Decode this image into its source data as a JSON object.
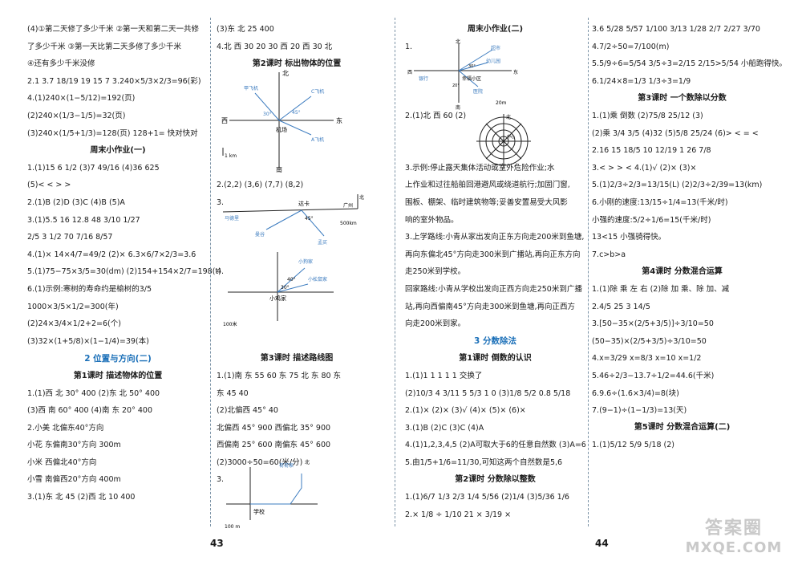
{
  "page_left": "43",
  "page_right": "44",
  "col1": [
    "(4)①第二天修了多少千米 ②第一天和第二天一共修",
    "了多少千米 ③第一天比第二天多修了多少千米",
    "④还有多少千米没修",
    "2.1 3.7 18/19 19 15 7 3.240×5/3×2/3=96(彩)",
    "4.(1)240×(1−5/12)=192(页)",
    "(2)240×(1/3−1/5)=32(页)",
    "(3)240×(1/5+1/3)=128(页) 128+1= 快对快对",
    "周末小作业(一)",
    "1.(1)15 6 1/2 (3)7 49/16 (4)36 625",
    "(5)< < > >",
    "2.(1)B (2)D (3)C (4)B (5)A",
    "3.(1)5.5 16 12.8 48 3/10 1/27",
    "2/5 3 1/2 70 7/16 8/57",
    "4.(1)× 14×4/7=49/2 (2)× 6.3×6/7×2/3=3.6",
    "5.(1)75−75×3/5=30(dm) (2)154+154×2/7=198(t)",
    "6.(1)示例:寒树的寿命约是榆树的3/5",
    "1000×3/5×1/2=300(年)",
    "(2)24×3/4×1/2+2=6(个)",
    "(3)32×(1+5/8)×(1−1/4)=39(本)",
    "2 位置与方向(二)",
    "第1课时 描述物体的位置",
    "1.(1)西 北 30° 400 (2)东 北 50° 400",
    "(3)西 南 60° 400 (4)南 东 20° 400",
    "2.小美 北偏东40°方向",
    "小花 东偏南30°方向 300m",
    "小米 西偏北40°方向",
    "小雪 南偏西20°方向 400m",
    "3.(1)东 北 45 (2)西 北 10 400"
  ],
  "col2": [
    "(3)东 北 25 400",
    "4.北 西 30 20 30 西 20 西 30 北",
    "第2课时 标出物体的位置",
    "",
    "",
    "",
    "",
    "",
    "",
    "2.(2,2) (3,6) (7,7) (8,2)",
    "3.",
    "",
    "",
    "",
    "4.",
    "",
    "",
    "",
    "",
    "第3课时 描述路线图",
    "1.(1)南 东 55 60 东 75 北 东 80 东",
    "东 45 40",
    "(2)北偏西 45° 40",
    "北偏西 45° 900 西偏北 35° 900",
    "西偏南 25° 600 南偏东 45° 600",
    "(2)3000÷50=60(米/分)",
    "3."
  ],
  "col3": [
    "周末小作业(二)",
    "1.",
    "",
    "",
    "",
    "2.(1)北 西 60 (2)",
    "",
    "",
    "3.示例:停止露天集体活动或室外危险作业;水",
    "上作业和过往船舶回港避风或绕道航行;加固门窗,",
    "围板、棚架、临时建筑物等;妥善安置易受大风影",
    "响的室外物品。",
    "3.上学路线:小青从家出发向正东方向走200米到鱼塘,",
    "再向东偏北45°方向走300米到广播站,再向正东方向",
    "走250米到学校。",
    "回家路线:小青从学校出发向正西方向走250米到广播",
    "站,再向西偏南45°方向走300米到鱼塘,再向正西方",
    "向走200米到家。",
    "3 分数除法",
    "第1课时 倒数的认识",
    "1.(1)1 1 1 1 1 交换了",
    "(2)10/3 4 3/11 5 5/3 1 0 (3)1/8 5/2 0.8 5/18",
    "2.(1)× (2)× (3)√ (4)× (5)× (6)×",
    "3.(1)B (2)C (3)C (4)A",
    "4.(1)1,2,3,4,5 (2)A可取大于6的任意自然数 (3)A=6",
    "5.由1/5+1/6=11/30,可知这两个自然数是5,6",
    "第2课时 分数除以整数",
    "1.(1)6/7 1/3 2/3 1/4 5/56 (2)1/4 (3)5/36 1/6",
    "2.× 1/8 ÷ 1/10 21 × 3/19 ×"
  ],
  "col4": [
    "3.6 5/28 5/57 1/100 3/13 1/28 2/7 2/27 3/70",
    "4.7/2÷50=7/100(m)",
    "5.5/9÷6=5/54 3/5÷3=2/15 2/15>5/54 小船跑得快。",
    "6.1/24×8=1/3 1/3÷3=1/9",
    "第3课时 一个数除以分数",
    "1.(1)乘 倒数 (2)75/8 25/12 (3)",
    "(2)乘 3/4 3/5 (4)32 (5)5/8 25/24 (6)> < = <",
    "2.16 15 18/5 10 12/19 1 26 7/8",
    "3.< > > < 4.(1)√ (2)× (3)×",
    "5.(1)2/3÷2/3=13/15(L) (2)2/3÷2/39=13(km)",
    "6.小刚的速度:13/15÷1/4=13(千米/时)",
    "小强的速度:5/2÷1/6=15(千米/时)",
    "13<15 小强骑得快。",
    "7.c>b>a",
    "第4课时 分数混合运算",
    "1.(1)除 乘 左 右 (2)除 加 乘、除 加、减",
    "2.4/5 25 3 14/5",
    "3.[50−35×(2/5+3/5)]÷3/10=50",
    "(50−35)×(2/5+3/5)÷3/10=50",
    "4.x=3/29 x=8/3 x=10 x=1/2",
    "5.46÷2/3−13.7÷1/2=44.6(千米)",
    "6.9.6÷(1.6×3/4)=8(块)",
    "7.(9−1)÷(1−1/3)=13(天)",
    "第5课时 分数混合运算(二)",
    "1.(1)5/12 5/9 5/18 (2)"
  ],
  "fig": {
    "north": "北",
    "south": "南",
    "east": "东",
    "west": "西",
    "c2a_plane1": "甲飞机",
    "c2a_plane2": "C飞机",
    "c2a_plane3": "A飞机",
    "c2a_center": "机场",
    "c2a_angle1": "30°",
    "c2a_angle2": "45°",
    "c2a_scale": "1 km",
    "c2b_checkpoint": "达卡",
    "c2b_city1": "广州",
    "c2b_city2": "马德里",
    "c2b_city3": "孟买",
    "c2b_city4": "曼谷",
    "c2b_angle": "45°",
    "c2b_scale": "500km",
    "c2c_home": "小鸡家",
    "c2c_p1": "小狗家",
    "c2c_p2": "小松鼠家",
    "c2c_a1": "30°",
    "c2c_a2": "40°",
    "c2c_scale": "100米",
    "c2d_home": "荷荷家",
    "c2d_school": "学校",
    "c2d_scale": "100 m",
    "c3a_center": "幸福小区",
    "c3a_p1": "超市",
    "c3a_p2": "幼儿园",
    "c3a_p3": "银行",
    "c3a_p4": "医院",
    "c3a_a1": "20°",
    "c3a_a2": "30°",
    "c3a_scale": "20m",
    "c3b_center": "中心"
  },
  "watermark": {
    "line1": "答案圈",
    "line2": "MXQE.COM"
  }
}
